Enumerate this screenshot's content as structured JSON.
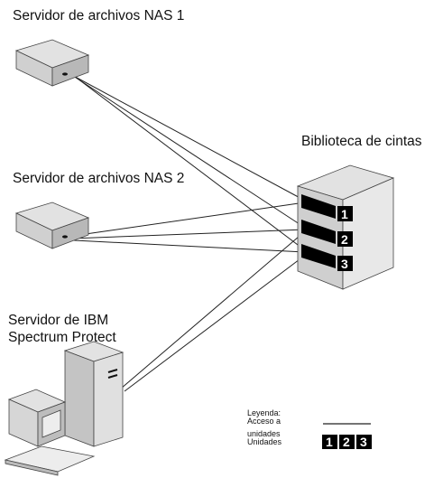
{
  "labels": {
    "nas1": "Servidor de archivos NAS 1",
    "nas2": "Servidor de archivos NAS 2",
    "ibm_line1": "Servidor de IBM",
    "ibm_line2": "Spectrum Protect",
    "library": "Biblioteca de cintas"
  },
  "drives": [
    "1",
    "2",
    "3"
  ],
  "legend": {
    "title": "Leyenda:",
    "access": "Acceso a",
    "units_label_line1": "unidades",
    "units_label_line2": "Unidades",
    "numbers": [
      "1",
      "2",
      "3"
    ]
  },
  "colors": {
    "device_top": "#e2e2e2",
    "device_front": "#c4c4c4",
    "device_side": "#a8a8a8",
    "line": "#222222",
    "drive_slot": "#000000"
  }
}
